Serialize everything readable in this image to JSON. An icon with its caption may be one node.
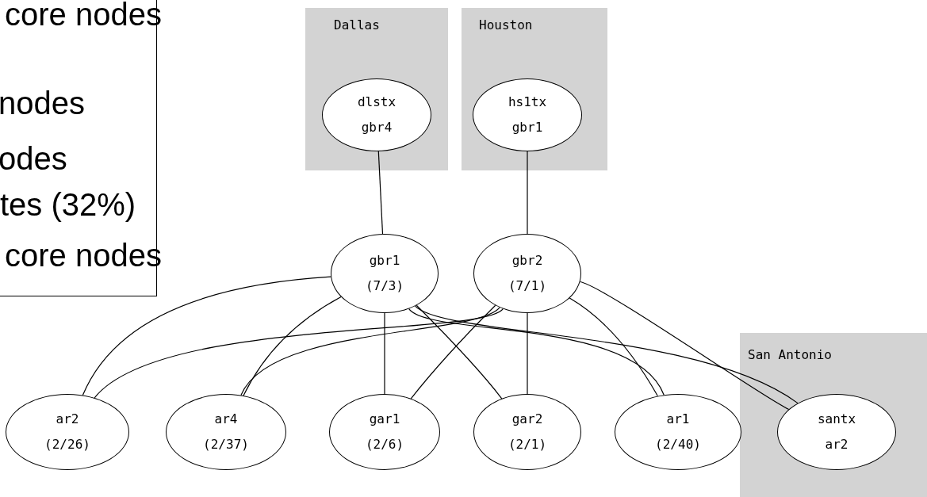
{
  "diagram": {
    "nodes": [
      {
        "text": [
          "core nodes",
          "nodes",
          "odes",
          "tes (32%)",
          "core nodes"
        ]
      },
      {
        "text": [
          "Dallas"
        ]
      },
      {
        "text": [
          "dlstx gbr4"
        ],
        "in": 1
      },
      {
        "text": [
          "Houston"
        ]
      },
      {
        "text": [
          "hs1tx gbr1"
        ],
        "in": 3
      },
      {
        "text": [
          "gbr1 (7/3)"
        ]
      },
      {
        "text": [
          "gbr2 (7/1)"
        ]
      },
      {
        "text": [
          "ar2 (2/26)"
        ]
      },
      {
        "text": [
          "ar4 (2/37)"
        ]
      },
      {
        "text": [
          "gar1 (2/6)"
        ]
      },
      {
        "text": [
          "gar2 (2/1)"
        ]
      },
      {
        "text": [
          "ar1 (2/40)"
        ]
      },
      {
        "text": [
          "San Antonio"
        ]
      },
      {
        "text": [
          "santx ar2"
        ],
        "in": 12
      }
    ],
    "edges": [
      {
        "from": 2,
        "to": 5,
        "arrow": "none"
      },
      {
        "from": 4,
        "to": 6,
        "arrow": "none"
      },
      {
        "from": 5,
        "to": 7,
        "arrow": "none"
      },
      {
        "from": 5,
        "to": 8,
        "arrow": "none"
      },
      {
        "from": 5,
        "to": 9,
        "arrow": "none"
      },
      {
        "from": 5,
        "to": 10,
        "arrow": "none"
      },
      {
        "from": 5,
        "to": 11,
        "arrow": "none"
      },
      {
        "from": 5,
        "to": 13,
        "arrow": "none"
      },
      {
        "from": 6,
        "to": 7,
        "arrow": "none"
      },
      {
        "from": 6,
        "to": 8,
        "arrow": "none"
      },
      {
        "from": 6,
        "to": 9,
        "arrow": "none"
      },
      {
        "from": 6,
        "to": 10,
        "arrow": "none"
      },
      {
        "from": 6,
        "to": 11,
        "arrow": "none"
      },
      {
        "from": 6,
        "to": 13,
        "arrow": "none"
      }
    ]
  }
}
